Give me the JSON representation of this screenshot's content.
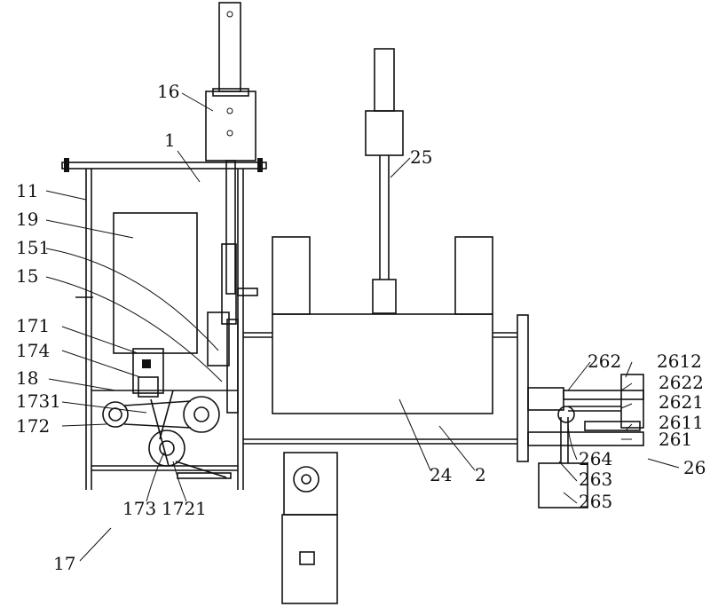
{
  "figure": {
    "labels": {
      "l16": "16",
      "l1": "1",
      "l25": "25",
      "l11": "11",
      "l19": "19",
      "l151": "151",
      "l15": "15",
      "l171": "171",
      "l174": "174",
      "l18": "18",
      "l1731": "1731",
      "l172": "172",
      "l173": "173",
      "l1721": "1721",
      "l17": "17",
      "l262": "262",
      "l2612": "2612",
      "l2622": "2622",
      "l2621": "2621",
      "l2611": "2611",
      "l261": "261",
      "l264": "264",
      "l26": "26",
      "l263": "263",
      "l265": "265",
      "l24": "24",
      "l2": "2"
    }
  }
}
